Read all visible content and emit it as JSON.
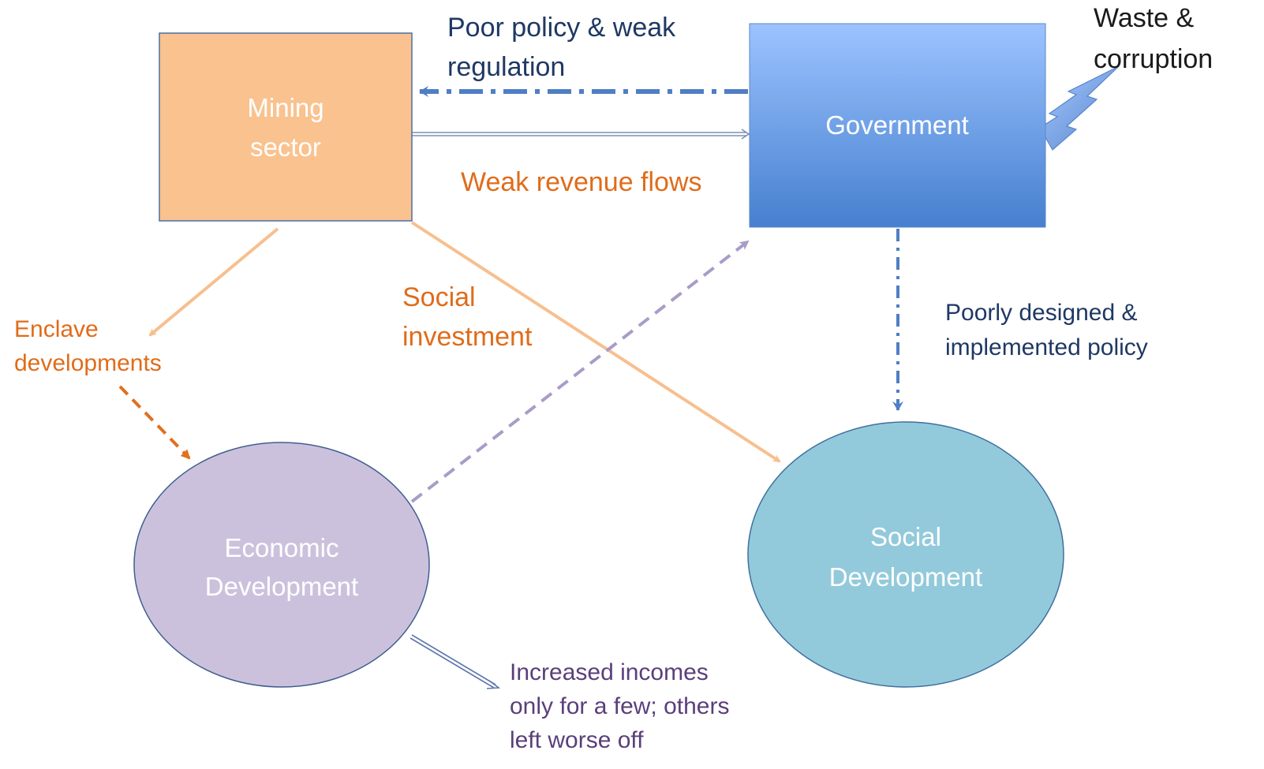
{
  "nodes": {
    "mining": {
      "line1": "Mining",
      "line2": "sector"
    },
    "government": {
      "label": "Government"
    },
    "economic": {
      "line1": "Economic",
      "line2": "Development"
    },
    "social": {
      "line1": "Social",
      "line2": "Development"
    }
  },
  "labels": {
    "policy": {
      "line1": "Poor policy & weak",
      "line2": "regulation"
    },
    "revenue": "Weak revenue flows",
    "waste": {
      "line1": "Waste &",
      "line2": "corruption"
    },
    "enclave": {
      "line1": "Enclave",
      "line2": "developments"
    },
    "social_investment": {
      "line1": "Social",
      "line2": "investment"
    },
    "poorly_designed": {
      "line1": "Poorly designed &",
      "line2": "implemented policy"
    },
    "incomes": {
      "line1": "Increased incomes",
      "line2": "only for a few; others",
      "line3": "left worse off"
    }
  },
  "colors": {
    "mining_fill": "#f9c28f",
    "mining_stroke": "#4a6fa5",
    "government_top": "#9cc3ff",
    "government_bottom": "#4680cf",
    "economic_fill": "#ccc1dd",
    "economic_stroke": "#3f5f8f",
    "social_fill": "#93cadb",
    "social_stroke": "#3f6f9f",
    "orange_text": "#e06c1a",
    "navy_text": "#1f3864",
    "purple_text": "#5a3f7a",
    "dark_text": "#1a1a1a",
    "policy_arrow": "#4f7ec4",
    "revenue_line": "#7c8fb4",
    "enclave_line": "#f7bf8e",
    "enclave_arrow": "#e0701e",
    "economic_arrow": "#a99cc8",
    "gov_to_social_arrow": "#4f7ec4",
    "incomes_arrow": "#5e78ad",
    "lightning": "#6b99d8"
  }
}
